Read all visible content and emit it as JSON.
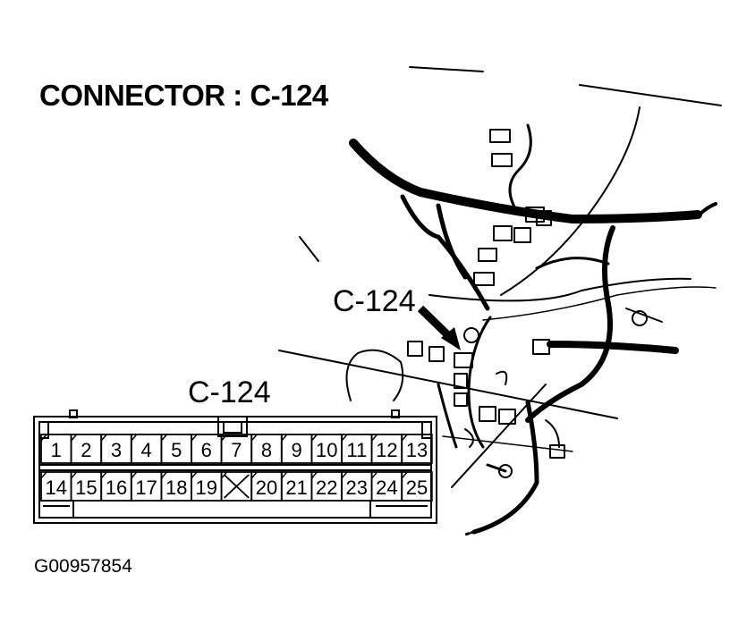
{
  "title": "CONNECTOR : C-124",
  "harness_callout": "C-124",
  "connector_label": "C-124",
  "figure_id": "G00957854",
  "connector": {
    "top_row": [
      "1",
      "2",
      "3",
      "4",
      "5",
      "6",
      "7",
      "8",
      "9",
      "10",
      "11",
      "12",
      "13"
    ],
    "bottom_row": [
      "14",
      "15",
      "16",
      "17",
      "18",
      "19",
      "",
      "20",
      "21",
      "22",
      "23",
      "24",
      "25"
    ],
    "blank_pin_icon": "x-mark-icon"
  }
}
